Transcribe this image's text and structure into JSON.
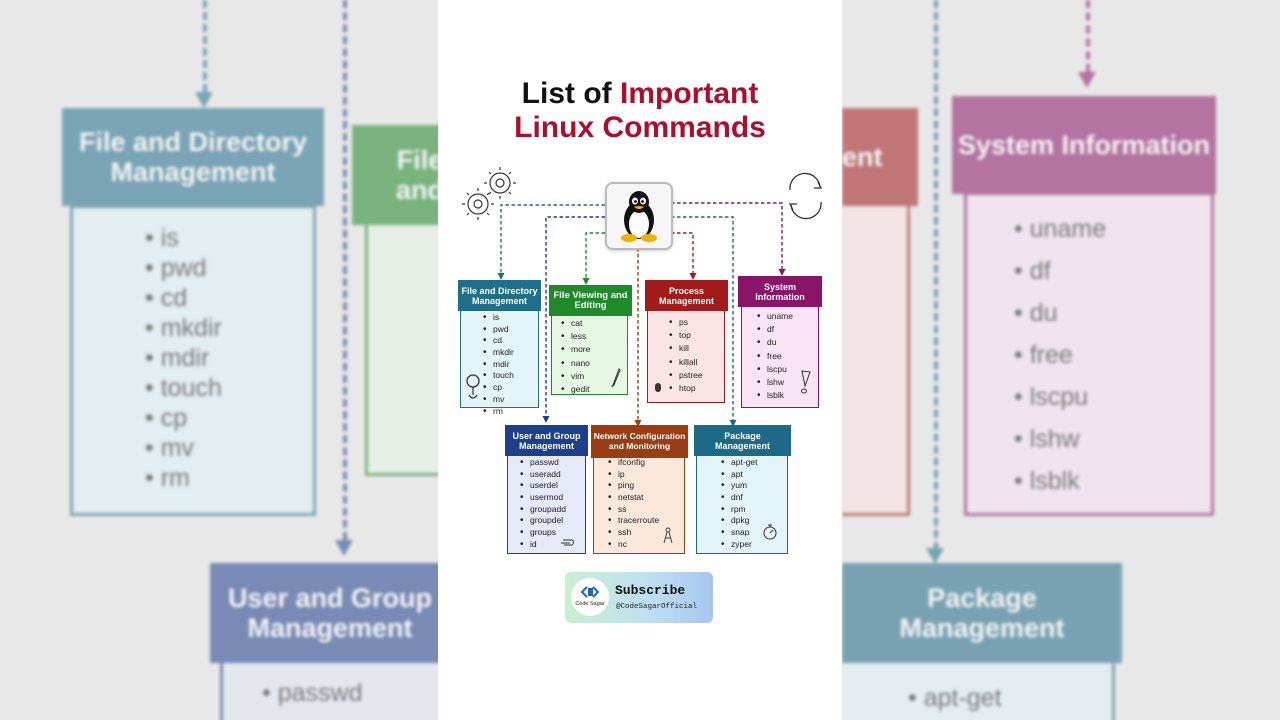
{
  "title": {
    "part1": "List of",
    "part2": "Important",
    "line2": "Linux Commands"
  },
  "colors": {
    "file_dir": "#1f6f8b",
    "file_view": "#1f8a2a",
    "process": "#a31a1a",
    "sysinfo": "#8a1467",
    "user_group": "#1d3f8c",
    "network": "#9a3d12",
    "package": "#1d6a87"
  },
  "categories": [
    {
      "key": "file_dir",
      "title": "File and Directory Management",
      "commands": [
        "is",
        "pwd",
        "cd",
        "mkdir",
        "mdir",
        "touch",
        "cp",
        "mv",
        "rm"
      ]
    },
    {
      "key": "file_view",
      "title": "File Viewing and Editing",
      "commands": [
        "cat",
        "less",
        "more",
        "nano",
        "vim",
        "gedit"
      ]
    },
    {
      "key": "process",
      "title": "Process Management",
      "commands": [
        "ps",
        "top",
        "kill",
        "killall",
        "pstree",
        "htop"
      ]
    },
    {
      "key": "sysinfo",
      "title": "System Information",
      "commands": [
        "uname",
        "df",
        "du",
        "free",
        "lscpu",
        "lshw",
        "lsblk"
      ]
    },
    {
      "key": "user_group",
      "title": "User and Group Management",
      "commands": [
        "passwd",
        "useradd",
        "userdel",
        "usermod",
        "groupadd",
        "groupdel",
        "groups",
        "id"
      ]
    },
    {
      "key": "network",
      "title": "Network Configuration and Monitoring",
      "commands": [
        "ifconfig",
        "ip",
        "ping",
        "netstat",
        "ss",
        "tracerroute",
        "ssh",
        "nc"
      ]
    },
    {
      "key": "package",
      "title": "Package Management",
      "commands": [
        "apt-get",
        "apt",
        "yum",
        "dnf",
        "rpm",
        "dpkg",
        "snap",
        "zyper"
      ]
    }
  ],
  "subscribe": {
    "label": "Subscribe",
    "handle": "@CodeSagarOfficial",
    "logo_text": "Code Sagar"
  },
  "background": {
    "left_file_dir_title": "File and Directory Management",
    "left_file_view_title": "File and",
    "left_user_title": "User and Group Management",
    "left_file_commands": [
      "is",
      "pwd",
      "cd",
      "mkdir",
      "mdir",
      "touch",
      "cp",
      "mv",
      "rm"
    ],
    "left_user_commands": [
      "passwd"
    ],
    "right_sys_title": "System Information",
    "right_proc_fragment": "ent",
    "right_pkg_title": "Package Management",
    "right_sys_commands": [
      "uname",
      "df",
      "du",
      "free",
      "lscpu",
      "lshw",
      "lsblk"
    ],
    "right_pkg_commands": [
      "apt-get"
    ]
  },
  "icons": [
    "tux-penguin-icon",
    "gears-icon",
    "refresh-arrows-icon",
    "magnifier-icon",
    "pencil-icon",
    "mouse-icon",
    "exclamation-icon",
    "stopwatch-icon",
    "hand-icon",
    "compass-icon"
  ]
}
